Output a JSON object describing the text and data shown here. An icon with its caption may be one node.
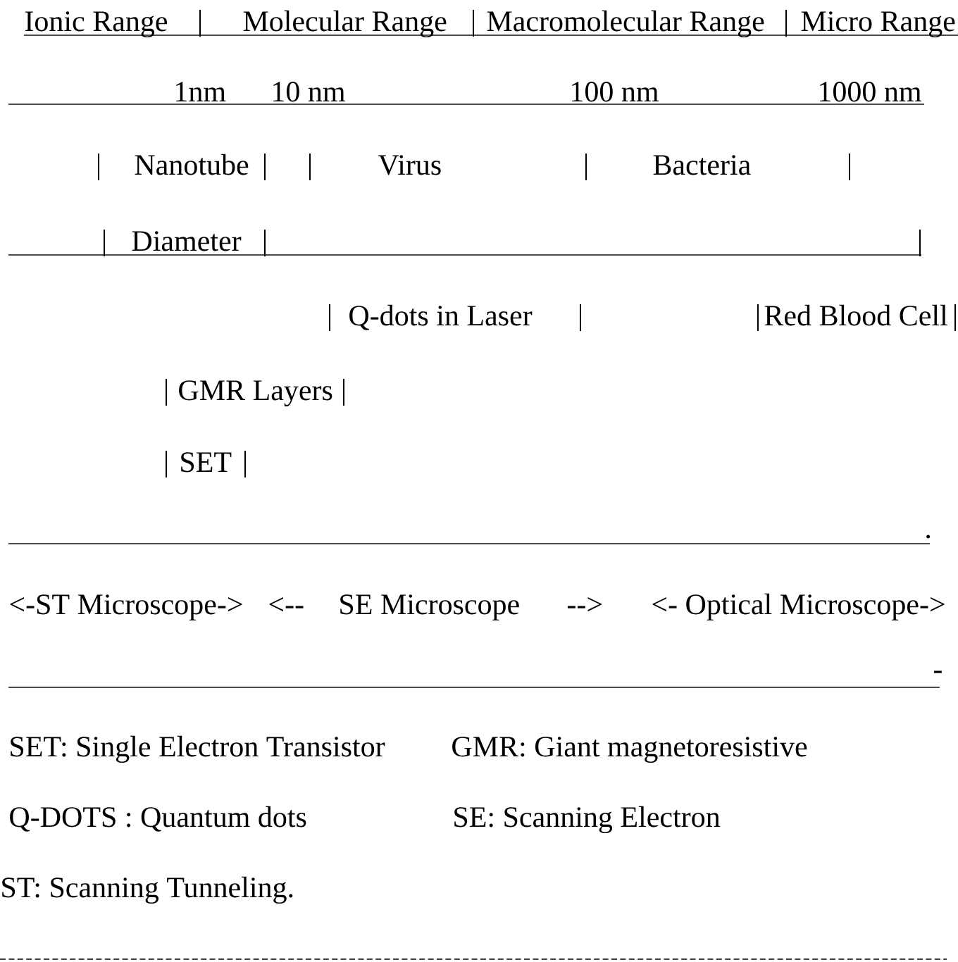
{
  "diagram": {
    "labels": [
      "Ionic Range",
      "Molecular Range",
      "Macromolecular Range",
      "Micro Range",
      "1nm",
      "10 nm",
      "100 nm",
      "1000 nm",
      "Nanotube",
      "Virus",
      "Bacteria",
      "Diameter",
      "Q-dots in Laser",
      "Red Blood Cell",
      "GMR Layers",
      "SET",
      ".",
      "<-ST Microscope->",
      "<--",
      "SE Microscope",
      "-->",
      "<- Optical Microscope->",
      "-",
      "SET: Single Electron Transistor",
      "GMR: Giant magnetoresistive",
      "Q-DOTS : Quantum dots",
      "SE: Scanning Electron",
      "ST: Scanning Tunneling."
    ]
  }
}
